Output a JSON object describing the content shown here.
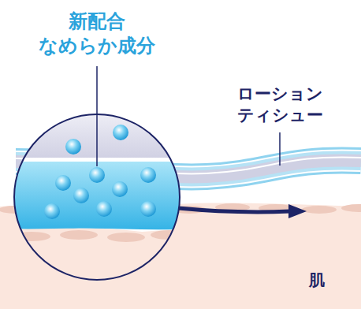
{
  "diagram": {
    "labels": [
      "新配合 なめらか成分",
      "ローション ティシュー",
      "肌"
    ]
  }
}
